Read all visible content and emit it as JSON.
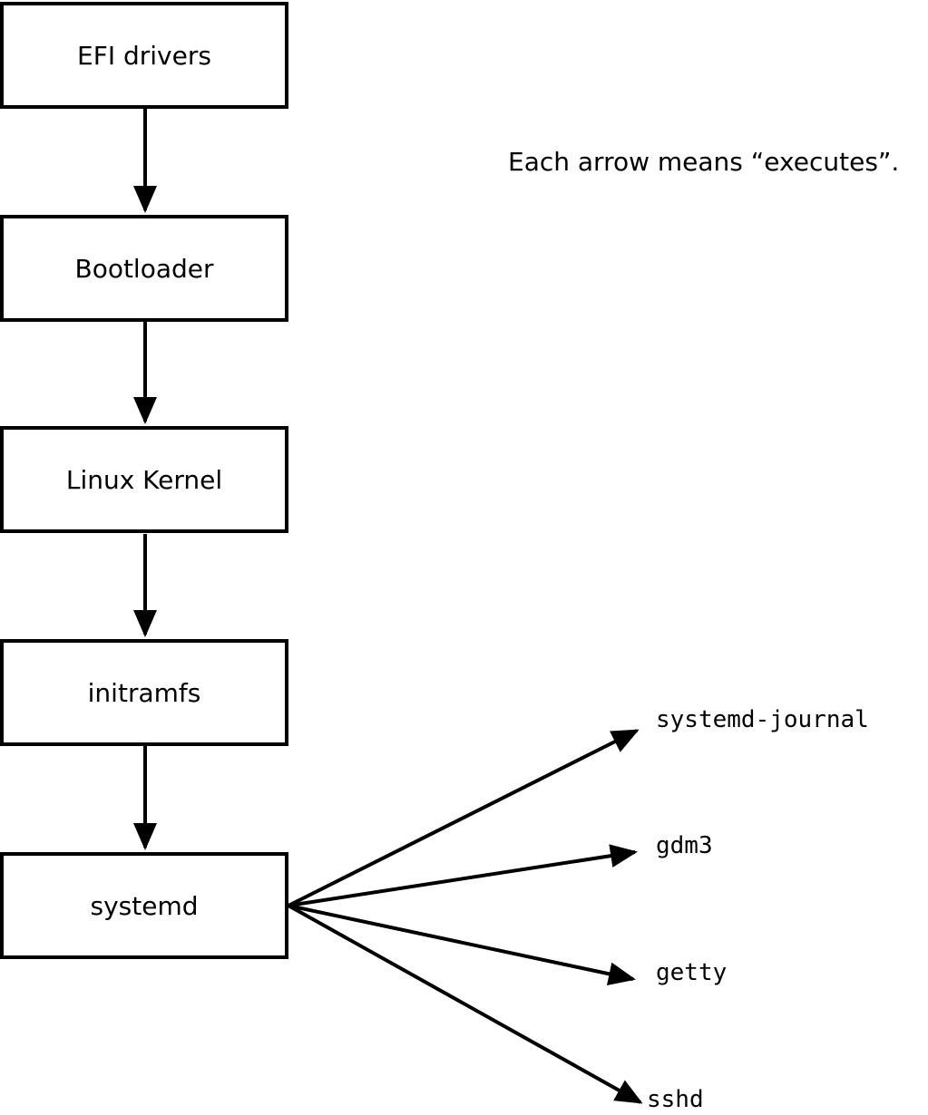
{
  "diagram": {
    "title": "Linux boot chain diagram",
    "annotation": "Each arrow means “executes”.",
    "arrow_meaning": "executes",
    "chain": [
      {
        "label": "EFI drivers"
      },
      {
        "label": "Bootloader"
      },
      {
        "label": "Linux Kernel"
      },
      {
        "label": "initramfs"
      },
      {
        "label": "systemd"
      }
    ],
    "targets": [
      {
        "label": "systemd-journal"
      },
      {
        "label": "gdm3"
      },
      {
        "label": "getty"
      },
      {
        "label": "sshd"
      }
    ],
    "edges": [
      {
        "from": "EFI drivers",
        "to": "Bootloader"
      },
      {
        "from": "Bootloader",
        "to": "Linux Kernel"
      },
      {
        "from": "Linux Kernel",
        "to": "initramfs"
      },
      {
        "from": "initramfs",
        "to": "systemd"
      },
      {
        "from": "systemd",
        "to": "systemd-journal"
      },
      {
        "from": "systemd",
        "to": "gdm3"
      },
      {
        "from": "systemd",
        "to": "getty"
      },
      {
        "from": "systemd",
        "to": "sshd"
      }
    ],
    "colors": {
      "stroke": "#000000",
      "box_fill": "#ffffff",
      "background": "#ffffff",
      "text": "#000000"
    }
  }
}
